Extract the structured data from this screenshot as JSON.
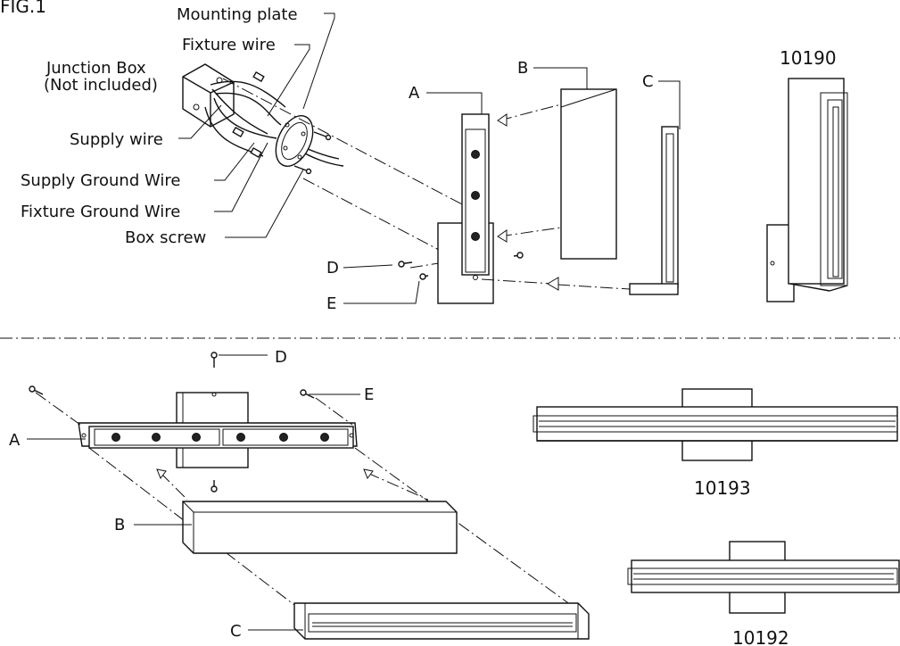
{
  "figure": {
    "title": "FIG.1",
    "labels": {
      "mounting_plate": "Mounting plate",
      "fixture_wire": "Fixture wire",
      "junction_box_line1": "Junction Box",
      "junction_box_line2": "(Not included)",
      "supply_wire": "Supply wire",
      "supply_ground_wire": "Supply Ground Wire",
      "fixture_ground_wire": "Fixture Ground Wire",
      "box_screw": "Box screw"
    },
    "parts": {
      "a": "A",
      "b": "B",
      "c": "C",
      "d": "D",
      "e": "E"
    },
    "models": {
      "vertical": "10190",
      "horizontal_large": "10193",
      "horizontal_small": "10192"
    }
  }
}
